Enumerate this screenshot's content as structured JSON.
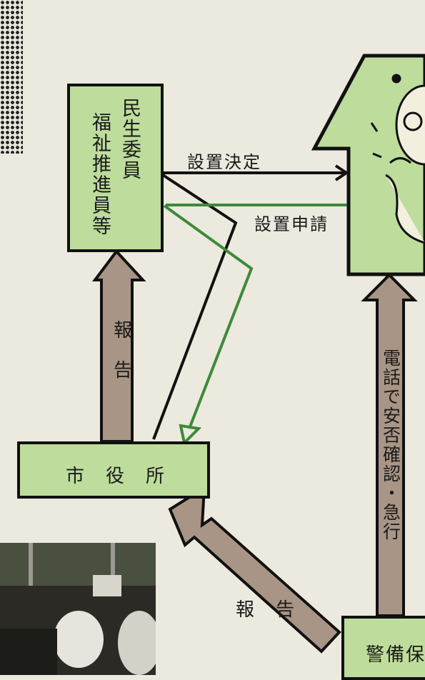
{
  "welfare_box": {
    "lines": [
      "民生委員",
      "福祉推進員等"
    ]
  },
  "city_office": {
    "label": "市　役　所"
  },
  "security_box": {
    "label": "警備保"
  },
  "arrows": {
    "install_decision": "設置決定",
    "install_application": "設置申請",
    "report_to_welfare": "報　告",
    "report_from_security": "報　告",
    "phone_check": "電話で安否確認・急行"
  },
  "colors": {
    "box_fill": "#bedd9c",
    "arrow_fill": "#a89585",
    "green_line": "#3d8a3a",
    "outline": "#111111"
  }
}
